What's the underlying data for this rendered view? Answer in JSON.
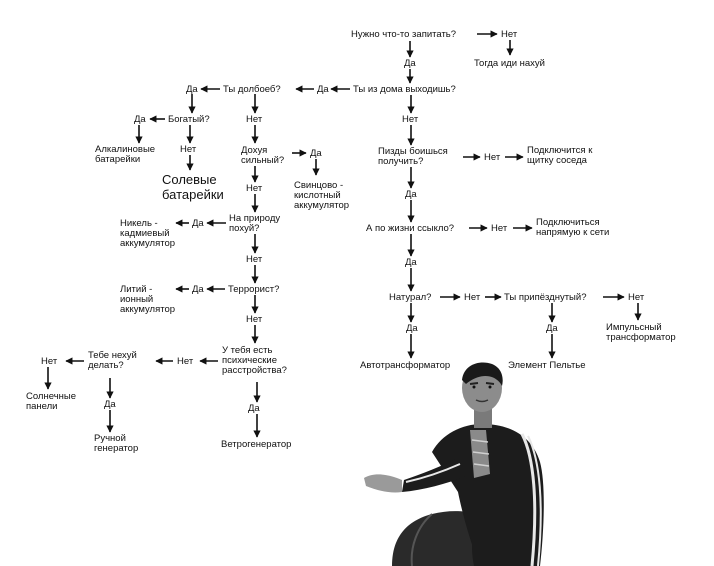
{
  "nodes": {
    "q_power": "Нужно что-то запитать?",
    "no_1": "Нет",
    "go_away": "Тогда иди нахуй",
    "yes_1": "Да",
    "q_leave_home": "Ты из дома выходишь?",
    "yes_2": "Да",
    "q_fool": "Ты долбоеб?",
    "yes_3": "Да",
    "q_rich": "Богатый?",
    "yes_4": "Да",
    "alkaline_1": "Алкалиновые",
    "alkaline_2": "батарейки",
    "no_2": "Нет",
    "salt_1": "Солевые",
    "salt_2": "батарейки",
    "no_3": "Нет",
    "q_strong_1": "Дохуя",
    "q_strong_2": "сильный?",
    "yes_5": "Да",
    "lead_1": "Свинцово -",
    "lead_2": "кислотный",
    "lead_3": "аккумулятор",
    "no_4": "Нет",
    "q_nature_1": "На природу",
    "q_nature_2": "похуй?",
    "yes_6": "Да",
    "nicd_1": "Никель -",
    "nicd_2": "кадмиевый",
    "nicd_3": "аккумулятор",
    "no_5": "Нет",
    "q_terrorist": "Террорист?",
    "yes_7": "Да",
    "li_1": "Литий -",
    "li_2": "ионный",
    "li_3": "аккумулятор",
    "no_6": "Нет",
    "q_mental_1": "У тебя есть",
    "q_mental_2": "психические",
    "q_mental_3": "расстройства?",
    "no_7": "Нет",
    "q_nothing_1": "Тебе нехуй",
    "q_nothing_2": "делать?",
    "no_8": "Нет",
    "solar_1": "Солнечные",
    "solar_2": "панели",
    "yes_8": "Да",
    "manual_1": "Ручной",
    "manual_2": "генератор",
    "yes_9": "Да",
    "wind": "Ветрогенератор",
    "no_9": "Нет",
    "q_afraid_1": "Пизды боишься",
    "q_afraid_2": "получить?",
    "no_10": "Нет",
    "neighbor_1": "Подключится к",
    "neighbor_2": "щитку соседа",
    "yes_10": "Да",
    "q_scared": "А по жизни ссыкло?",
    "no_11": "Нет",
    "grid_1": "Подключиться",
    "grid_2": "напрямую к сети",
    "yes_11": "Да",
    "q_natural": "Натурал?",
    "no_12": "Нет",
    "q_crazy": "Ты припёзднутый?",
    "no_13": "Нет",
    "pulse_1": "Импульсный",
    "pulse_2": "трансформатор",
    "yes_12": "Да",
    "autotrans": "Автотрансформатор",
    "yes_13": "Да",
    "peltier": "Элемент Пельтье"
  },
  "colors": {
    "ink": "#111111",
    "background": "#ffffff"
  }
}
